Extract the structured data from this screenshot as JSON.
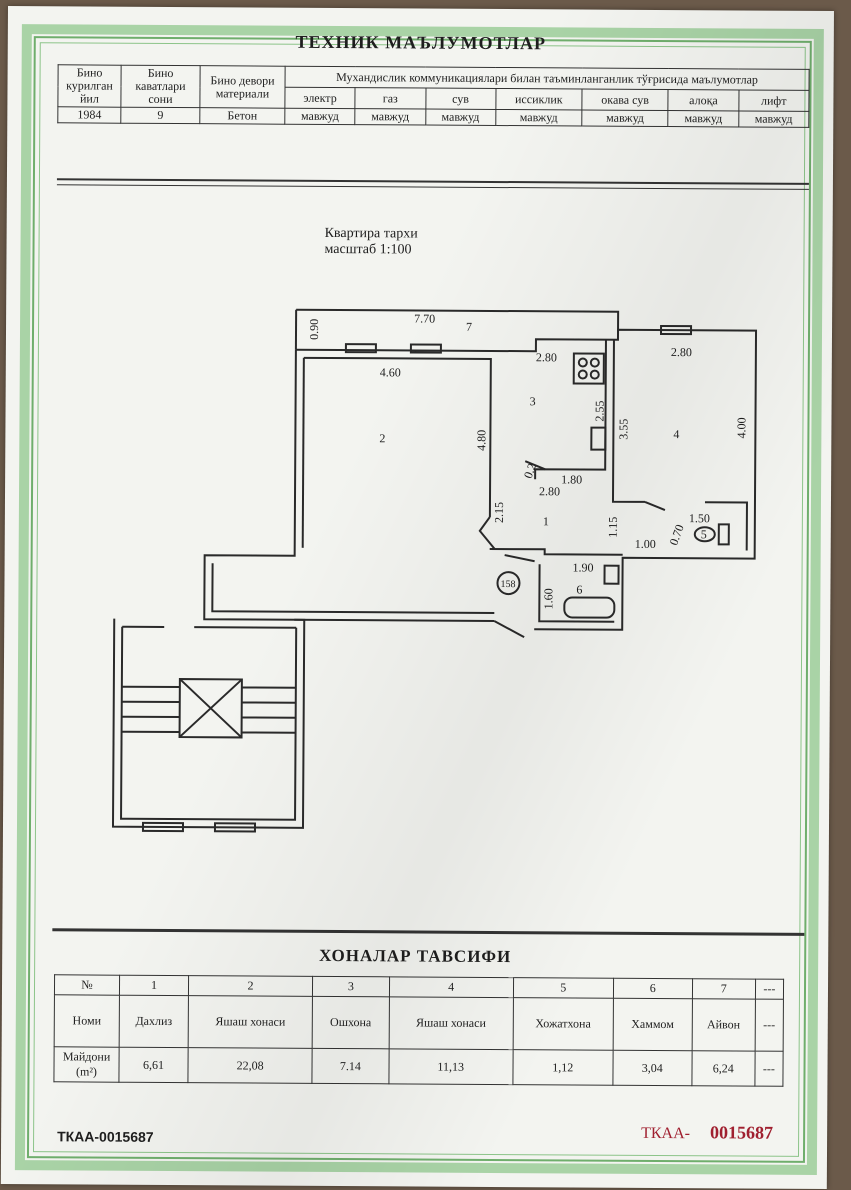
{
  "header": {
    "title": "ТЕХНИК МАЪЛУМОТЛАР"
  },
  "tech_table": {
    "col_year": "Бино курилган йил",
    "col_floors": "Бино каватлари сони",
    "col_material": "Бино девори материали",
    "group": "Мухандислик коммуникациялари билан таъминланганлик тўғрисида маълумотлар",
    "utilities": [
      "электр",
      "газ",
      "сув",
      "иссиклик",
      "окава сув",
      "алоқа",
      "лифт"
    ],
    "year": "1984",
    "floors": "9",
    "material": "Бетон",
    "utility_values": [
      "мавжуд",
      "мавжуд",
      "мавжуд",
      "мавжуд",
      "мавжуд",
      "мавжуд",
      "мавжуд"
    ]
  },
  "plan": {
    "title": "Квартира тархи",
    "scale": "масштаб 1:100",
    "labels": {
      "d_770": "7.70",
      "d_7": "7",
      "d_090": "0.90",
      "d_460": "4.60",
      "d_280a": "2.80",
      "d_280b": "2.80",
      "d_255": "2.55",
      "d_355": "3.55",
      "d_400": "4.00",
      "d_480": "4.80",
      "d_180": "1.80",
      "d_280c": "2.80",
      "d_02": "0.2",
      "d_215": "2.15",
      "d_115": "1.15",
      "d_100": "1.00",
      "d_150": "1.50",
      "d_070": "0.70",
      "d_190": "1.90",
      "d_160": "1.60",
      "r1": "1",
      "r2": "2",
      "r3": "3",
      "r4": "4",
      "r5": "5",
      "r6": "6",
      "apt": "158"
    }
  },
  "rooms": {
    "title": "ХОНАЛАР ТАВСИФИ",
    "row_no": "№",
    "row_name": "Номи",
    "row_area": "Майдони (m²)",
    "numbers": [
      "1",
      "2",
      "3",
      "4",
      "5",
      "6",
      "7",
      "---"
    ],
    "names": [
      "Дахлиз",
      "Яшаш хонаси",
      "Ошхона",
      "Яшаш хонаси",
      "Хожатхона",
      "Хаммом",
      "Айвон",
      "---"
    ],
    "areas": [
      "6,61",
      "22,08",
      "7.14",
      "11,13",
      "1,12",
      "3,04",
      "6,24",
      "---"
    ]
  },
  "footer": {
    "serial_left": "ТКАА-0015687",
    "serial_right_prefix": "ТКАА-",
    "serial_right_num": "0015687"
  }
}
